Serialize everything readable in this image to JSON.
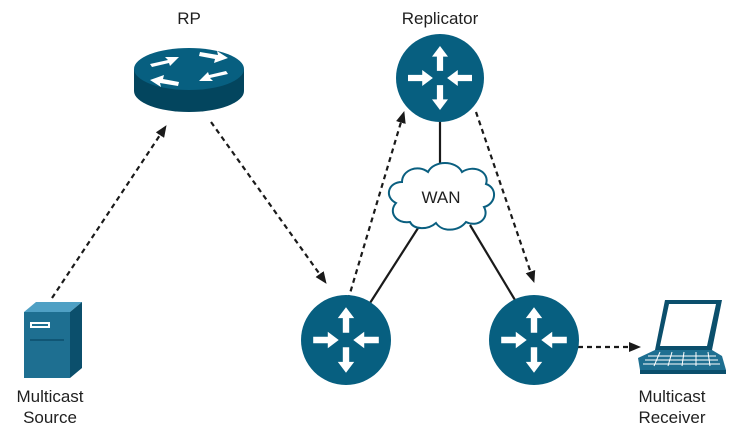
{
  "labels": {
    "rp": "RP",
    "replicator": "Replicator",
    "wan": "WAN",
    "source_line1": "Multicast",
    "source_line2": "Source",
    "receiver_line1": "Multicast",
    "receiver_line2": "Receiver"
  },
  "colors": {
    "router": "#075f80",
    "router_dark": "#03455e",
    "cloud_stroke": "#0a5f80",
    "arrow": "#1a1a1a",
    "link": "#1a1a1a",
    "device": "#1e6f91"
  },
  "nodes": {
    "rp": "router (RP)",
    "replicator": "router (Replicator)",
    "left_router": "router",
    "right_router": "router",
    "wan": "cloud",
    "source": "server",
    "receiver": "laptop"
  }
}
